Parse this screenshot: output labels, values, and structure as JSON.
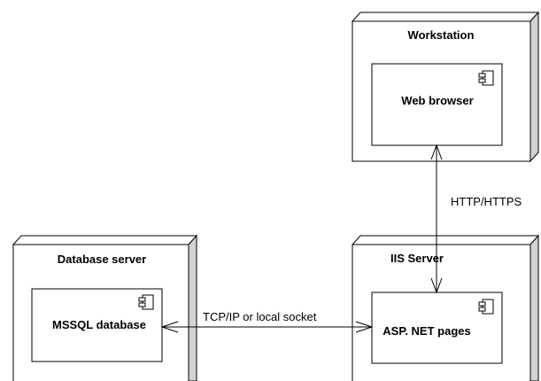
{
  "nodes": {
    "workstation": {
      "title": "Workstation",
      "component": "Web browser"
    },
    "iis_server": {
      "title": "IIS Server",
      "component": "ASP. NET pages"
    },
    "database_server": {
      "title": "Database server",
      "component": "MSSQL database"
    }
  },
  "connectors": {
    "http": {
      "label": "HTTP/HTTPS"
    },
    "tcp": {
      "label": "TCP/IP or local socket"
    }
  },
  "colors": {
    "node_side": "#d3d3d3",
    "stroke": "#000000",
    "background": "#ffffff"
  },
  "icons": {
    "component": "component-icon"
  }
}
